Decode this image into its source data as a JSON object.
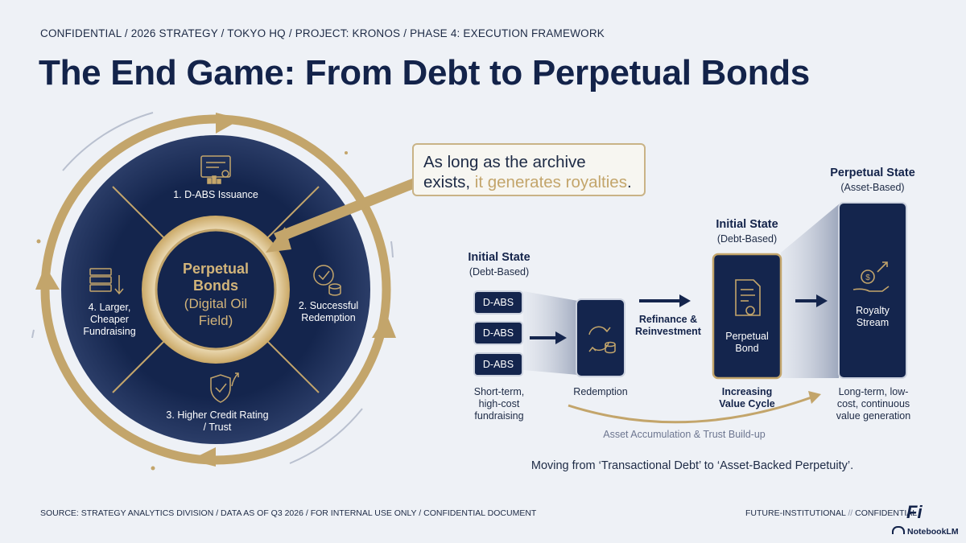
{
  "header": {
    "breadcrumb": "CONFIDENTIAL / 2026 STRATEGY / TOKYO HQ / PROJECT: KRONOS / PHASE 4: EXECUTION FRAMEWORK",
    "title": "The End Game: From Debt to Perpetual Bonds"
  },
  "cycle": {
    "center_title_1": "Perpetual",
    "center_title_2": "Bonds",
    "center_sub_1": "(Digital Oil",
    "center_sub_2": "Field)",
    "steps": [
      {
        "line1": "1. D-ABS Issuance",
        "line2": "",
        "icon": "certificate-icon"
      },
      {
        "line1": "2. Successful",
        "line2": "Redemption",
        "icon": "check-coins-icon"
      },
      {
        "line1": "3. Higher Credit Rating",
        "line2": "/ Trust",
        "icon": "shield-check-icon"
      },
      {
        "line1": "4. Larger,",
        "line2": "Cheaper",
        "line3": "Fundraising",
        "icon": "cash-stack-icon"
      }
    ]
  },
  "callout": {
    "text_1": "As long as the archive",
    "text_2": "exists, ",
    "highlight": "it generates royalties",
    "text_end": "."
  },
  "flow": {
    "initial_1": {
      "title": "Initial State",
      "sub": "(Debt-Based)"
    },
    "dabs_items": [
      "D-ABS",
      "D-ABS",
      "D-ABS"
    ],
    "dabs_caption": [
      "Short-term,",
      "high-cost",
      "fundraising"
    ],
    "redemption_caption": "Redemption",
    "refinance_label": [
      "Refinance &",
      "Reinvestment"
    ],
    "initial_2": {
      "title": "Initial State",
      "sub": "(Debt-Based)"
    },
    "bond_label": [
      "Perpetual",
      "Bond"
    ],
    "bond_caption": [
      "Increasing",
      "Value Cycle"
    ],
    "perpetual": {
      "title": "Perpetual State",
      "sub": "(Asset-Based)"
    },
    "royalty_label": [
      "Royalty",
      "Stream"
    ],
    "royalty_caption": [
      "Long-term, low-",
      "cost, continuous",
      "value generation"
    ],
    "accumulation": "Asset Accumulation & Trust Build-up"
  },
  "summary": "Moving from ‘Transactional Debt’ to ‘Asset-Backed Perpetuity’.",
  "footer": {
    "left": "SOURCE: STRATEGY ANALYTICS DIVISION / DATA AS OF Q3 2026 / FOR INTERNAL USE ONLY / CONFIDENTIAL DOCUMENT",
    "right_1": "FUTURE-INSTITUTIONAL",
    "right_sep": " // ",
    "right_2": "CONFIDENTIAL",
    "logo": "Fi",
    "notebooklm": "NotebookLM"
  },
  "colors": {
    "navy": "#14254d",
    "gold": "#c3a56b",
    "background": "#eef1f6"
  }
}
